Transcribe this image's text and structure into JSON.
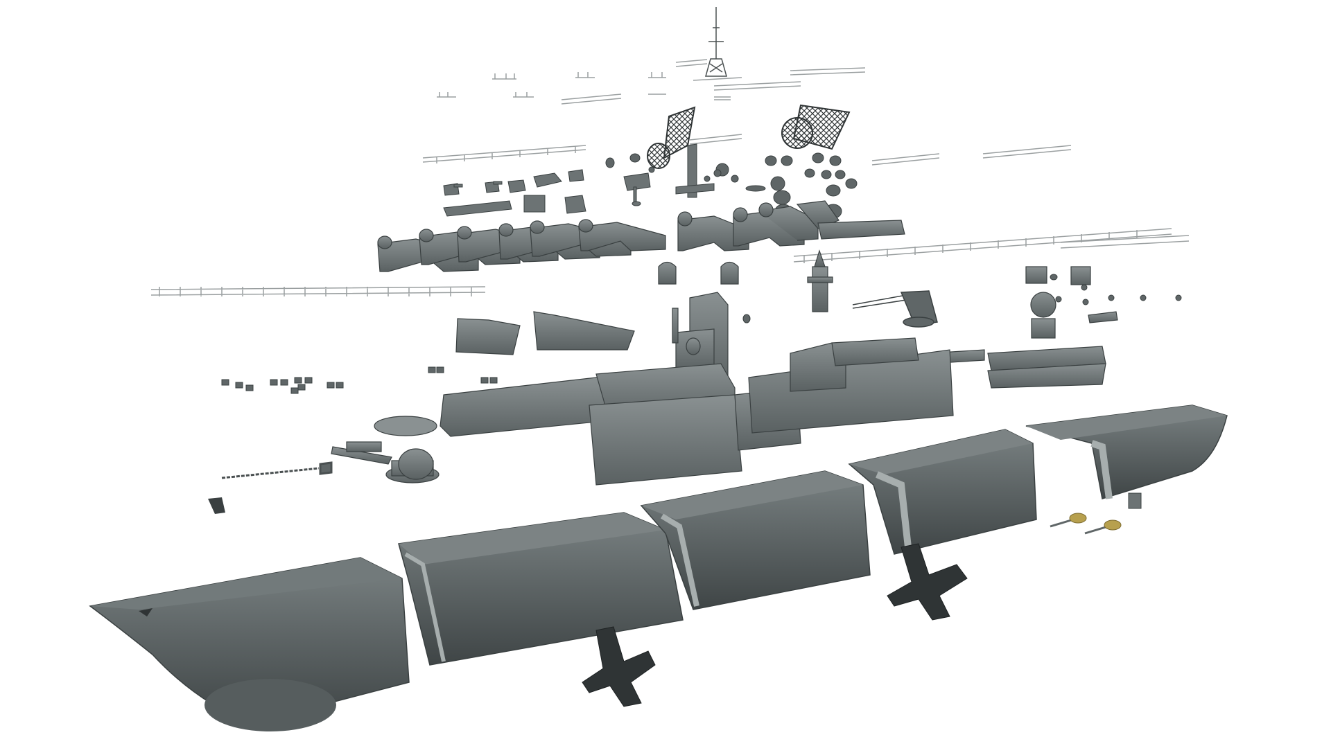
{
  "scene": {
    "background": "#ffffff",
    "colors": {
      "hull": "#5f6667",
      "hull_dark": "#3f4546",
      "hull_light": "#8a9192",
      "deck": "#6c7374",
      "joint": "#a7aeae",
      "stand": "#2f3435",
      "railing": "#9a9fa0",
      "brass": "#b7a04e",
      "grid": "#3a4041"
    },
    "parts": {
      "hull_sections": 5,
      "display_stands": 2,
      "propellers": 2,
      "radar_lattices": 2,
      "main_turrets": 2
    }
  }
}
